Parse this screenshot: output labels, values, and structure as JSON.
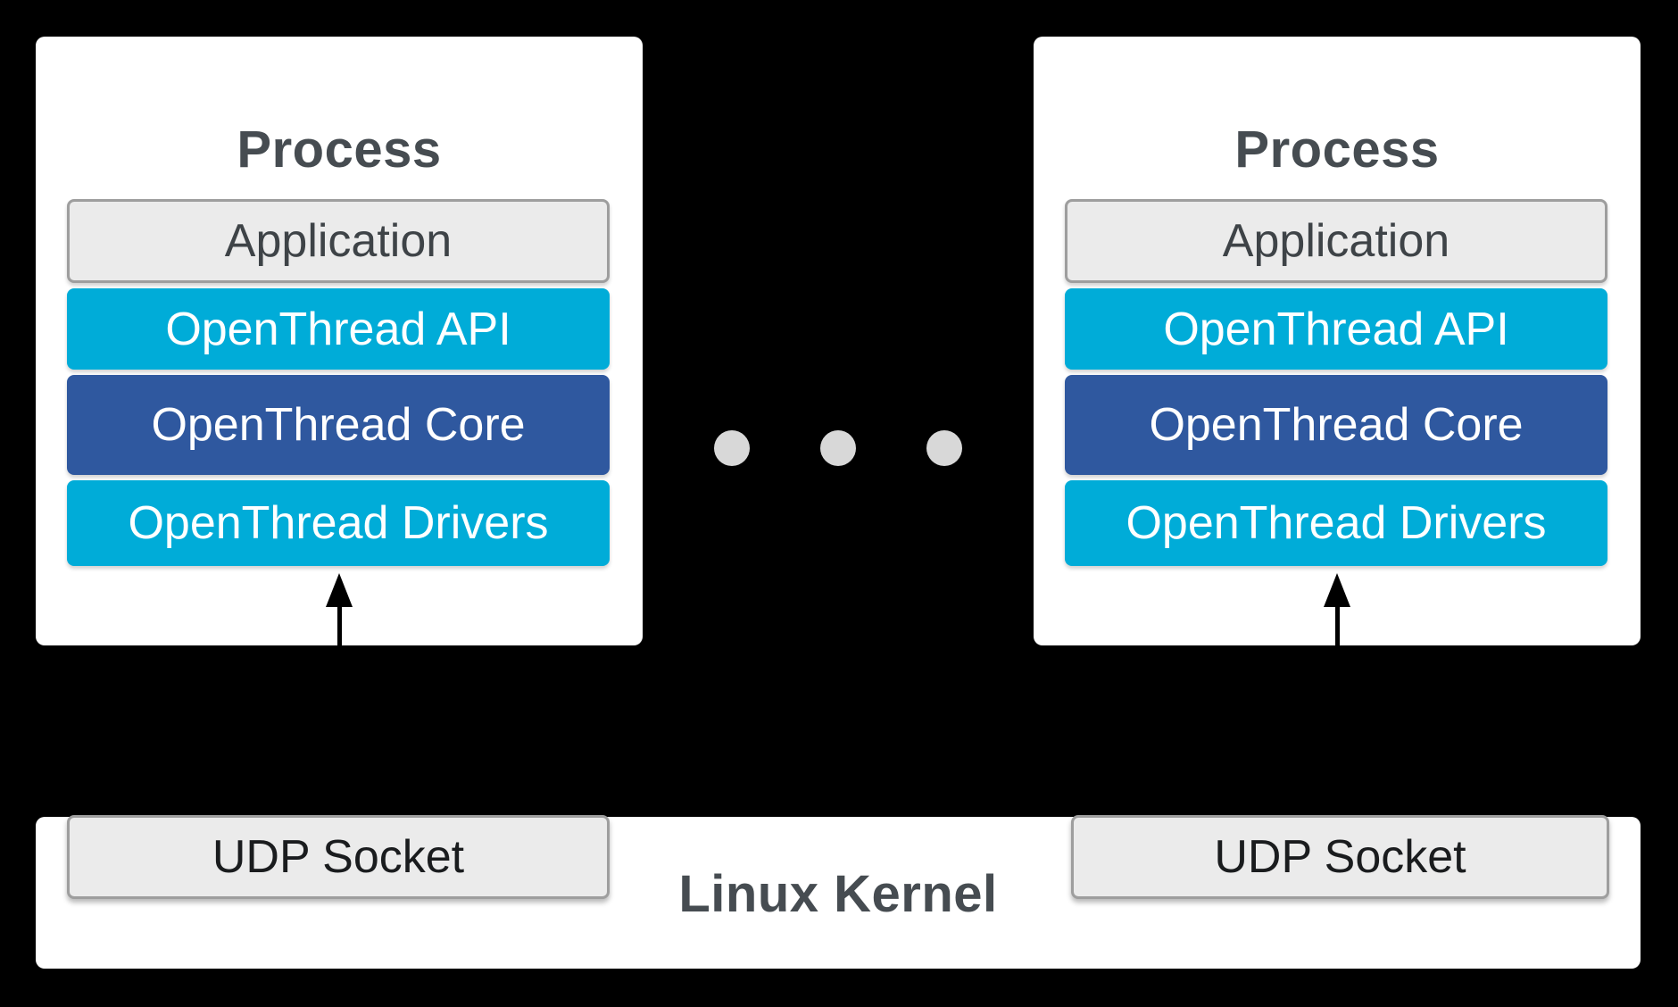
{
  "processes": [
    {
      "title": "Process",
      "layers": {
        "application": "Application",
        "api": "OpenThread API",
        "core": "OpenThread Core",
        "drivers": "OpenThread Drivers"
      }
    },
    {
      "title": "Process",
      "layers": {
        "application": "Application",
        "api": "OpenThread API",
        "core": "OpenThread Core",
        "drivers": "OpenThread Drivers"
      }
    }
  ],
  "ellipsis": {
    "dot_count": 3
  },
  "kernel": {
    "label": "Linux Kernel",
    "sockets": [
      {
        "label": "UDP Socket"
      },
      {
        "label": "UDP Socket"
      }
    ]
  },
  "colors": {
    "background": "#000000",
    "card": "#FFFFFF",
    "cyan": "#00ACD8",
    "core_blue": "#2F589F",
    "box_gray": "#EBEBEB",
    "box_border": "#9E9E9E",
    "heading_text": "#464C51",
    "layer_text_light": "#FFFFFF",
    "socket_text": "#1A1C1E",
    "dot": "#D8D8D8",
    "arrow": "#000000"
  }
}
